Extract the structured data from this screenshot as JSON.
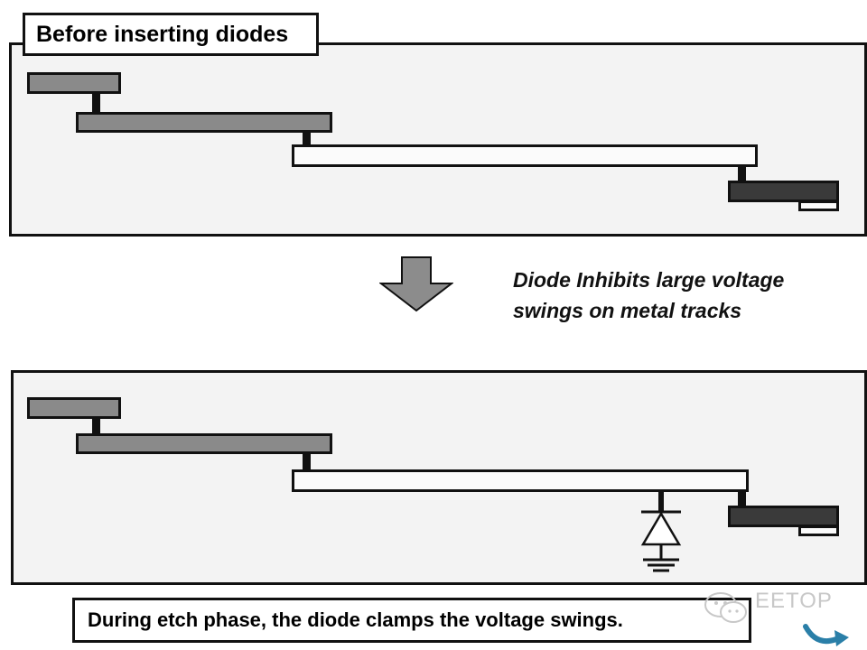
{
  "top_panel": {
    "title": "Before inserting diodes"
  },
  "note": {
    "line1": "Diode Inhibits large voltage",
    "line2": "swings on metal tracks"
  },
  "bottom_panel": {
    "caption": "During etch phase, the diode clamps the voltage swings."
  },
  "watermark": {
    "text": "EETOP"
  },
  "colors": {
    "panel_bg": "#f3f3f3",
    "metal_gray": "#8a8a8a",
    "metal_white": "#fbfbfb",
    "metal_dark": "#3a3a3a",
    "arrow": "#8c8c8c",
    "outline": "#111111"
  },
  "icons": {
    "arrow": "down-arrow-icon",
    "diode": "diode-to-ground-icon"
  }
}
